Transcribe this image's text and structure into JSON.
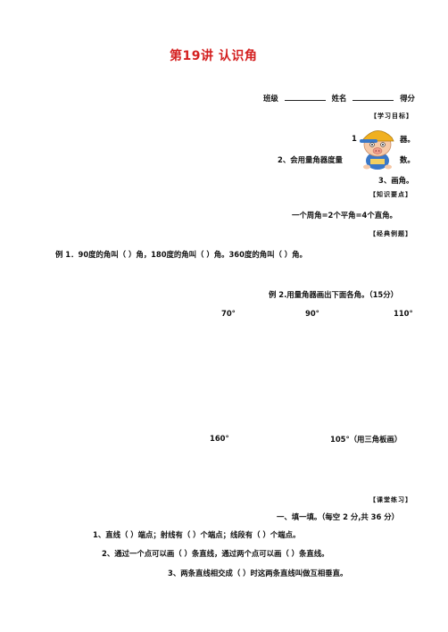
{
  "title": "第19讲   认识角",
  "header": {
    "class_label": "班级",
    "name_label": "姓名",
    "score_label": "得分"
  },
  "goals": {
    "tag": "【学习目标】",
    "item1": "1",
    "item1_tail": "器。",
    "item2": "2、会用量角器度量",
    "item2_tail": "数。",
    "item3": "3、画角。"
  },
  "knowledge": {
    "tag": "【知识要点】",
    "line": "一个周角=2个平角=4个直角。"
  },
  "examples": {
    "tag": "【经典例题】",
    "ex1": "例 1．90度的角叫（      ）角，180度的角叫（      ）角。360度的角叫（      ）角。",
    "ex2": "例 2.用量角器画出下面各角。（15分）",
    "angles_row1": [
      "70°",
      "90°",
      "110°"
    ],
    "angle_160": "160°",
    "angle_105": "105°（用三角板画）"
  },
  "practice": {
    "tag": "【课堂练习】",
    "section1": "一、填一填。（每空 2 分,共 36 分）",
    "q1": "1、直线（      ）端点；射线有（      ）个端点；线段有（      ）个端点。",
    "q2": "2、通过一个点可以画（         ）条直线，通过两个点可以画（         ）条直线。",
    "q3": "3、两条直线相交成（            ）时这两条直线叫做互相垂直。"
  },
  "colors": {
    "title": "#d42020",
    "mascot_cap": "#f0b020",
    "mascot_shirt": "#3a78c8"
  },
  "icons": {
    "mascot": "cartoon-pig-mascot-icon"
  }
}
